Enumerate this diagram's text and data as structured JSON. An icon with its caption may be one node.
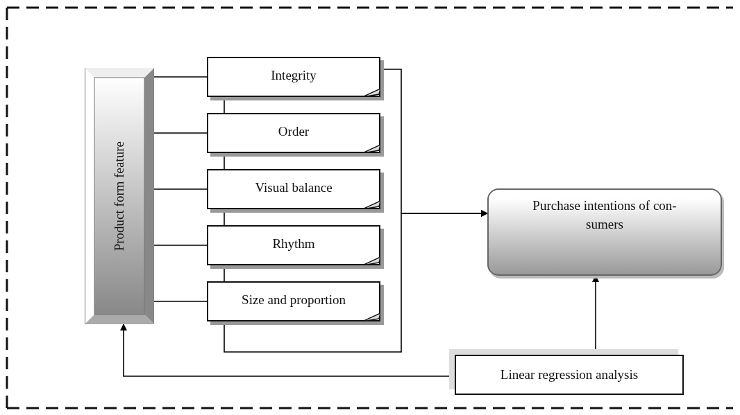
{
  "diagram": {
    "nodes": [
      {
        "text": [
          "Product form feature"
        ]
      },
      {
        "text": [
          "Integrity"
        ]
      },
      {
        "text": [
          "Order"
        ]
      },
      {
        "text": [
          "Visual balance"
        ]
      },
      {
        "text": [
          "Rhythm"
        ]
      },
      {
        "text": [
          "Size and proportion"
        ]
      },
      {
        "text": [
          "Purchase intentions of con- sumers"
        ]
      },
      {
        "text": [
          "Linear regression analysis"
        ]
      }
    ],
    "edges": [
      {
        "from": 0,
        "to": 1,
        "arrow": "none"
      },
      {
        "from": 0,
        "to": 2,
        "arrow": "none"
      },
      {
        "from": 0,
        "to": 3,
        "arrow": "none"
      },
      {
        "from": 0,
        "to": 4,
        "arrow": "none"
      },
      {
        "from": 0,
        "to": 5,
        "arrow": "none"
      },
      {
        "from": 1,
        "to": 2,
        "arrow": "none"
      },
      {
        "from": 2,
        "to": 3,
        "arrow": "none"
      },
      {
        "from": 3,
        "to": 4,
        "arrow": "none"
      },
      {
        "from": 4,
        "to": 5,
        "arrow": "none"
      },
      {
        "from": 1,
        "to": 6,
        "arrow": "to"
      },
      {
        "from": 5,
        "to": 6,
        "arrow": "to"
      },
      {
        "from": 7,
        "to": 6,
        "arrow": "to"
      },
      {
        "from": 7,
        "to": 0,
        "arrow": "to"
      }
    ]
  }
}
